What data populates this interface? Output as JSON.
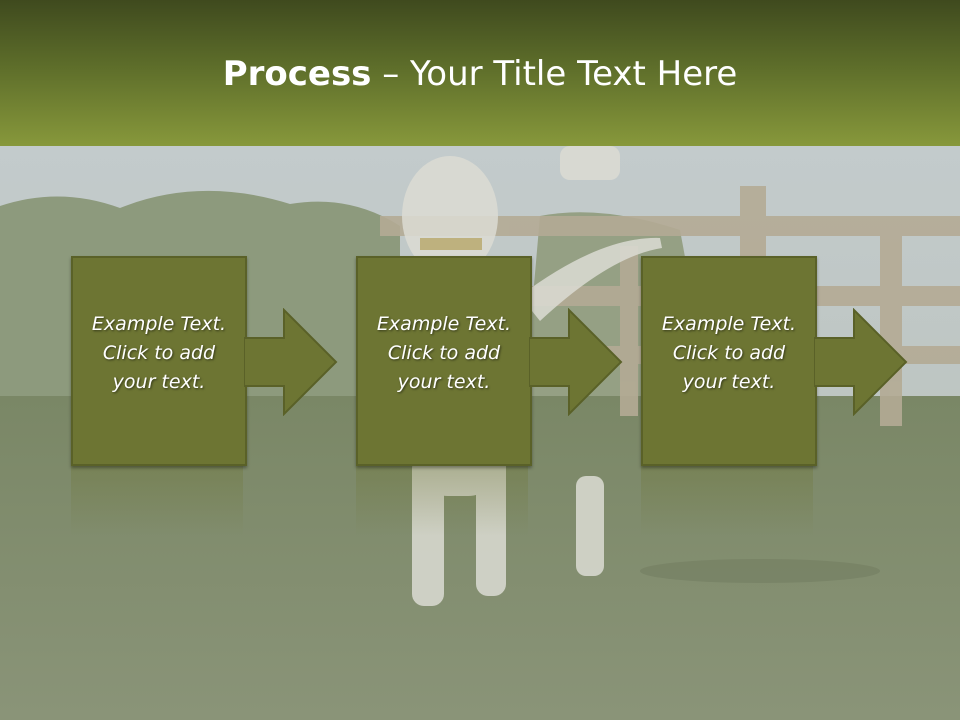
{
  "slide": {
    "title_bold": "Process",
    "title_rest": " – Your Title Text Here"
  },
  "steps": [
    {
      "lines": [
        "Example Text.",
        "Click  to add",
        "your text."
      ]
    },
    {
      "lines": [
        "Example Text.",
        "Click  to add",
        "your text."
      ]
    },
    {
      "lines": [
        "Example Text.",
        "Click  to add",
        "your text."
      ]
    }
  ],
  "colors": {
    "box_fill": "#6d7533",
    "header_top": "#3f4a1e",
    "header_bottom": "#87983b"
  }
}
